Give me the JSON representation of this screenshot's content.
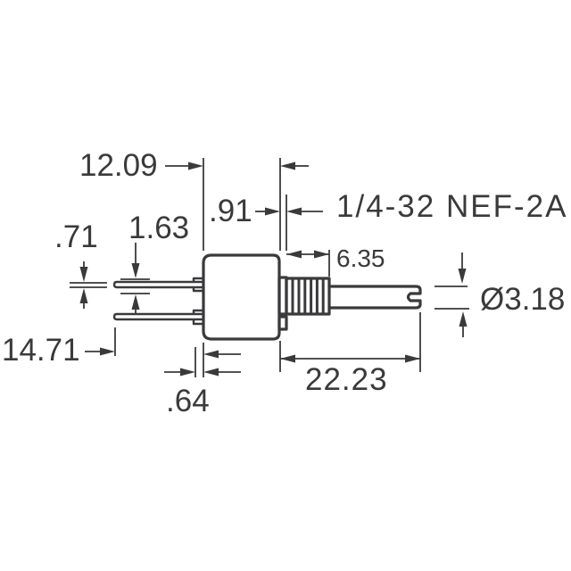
{
  "drawing": {
    "type": "mechanical-dimension-drawing",
    "subject": "toggle switch side view with terminal pins, threaded bushing and slotted actuator shaft",
    "thread_spec": "1/4-32 NEF-2A",
    "dimensions": {
      "body_length": "12.09",
      "collar_thickness": ".91",
      "pin_thickness": ".71",
      "terminal_height": "1.63",
      "thread_length": "6.35",
      "actuator_diameter": "Ø3.18",
      "pin_length": "14.71",
      "actuator_length": "22.23",
      "terminal_thickness": ".64"
    },
    "colors": {
      "line": "#3a3a3c",
      "background": "#ffffff"
    }
  }
}
